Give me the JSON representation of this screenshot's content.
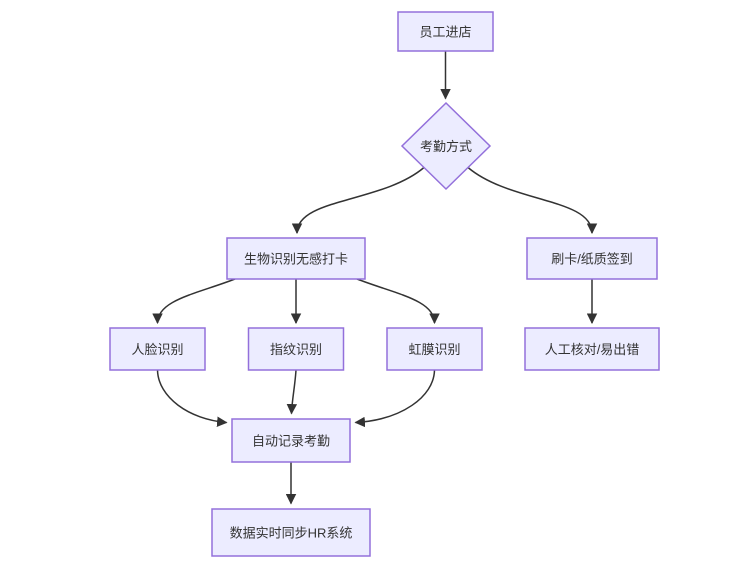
{
  "flowchart": {
    "type": "flowchart",
    "direction": "top-down",
    "background_color": "#ffffff",
    "node_fill_color": "#ECECFF",
    "node_border_color": "#9370DB",
    "edge_color": "#333333",
    "text_color": "#333333",
    "nodes": {
      "start": {
        "label": "员工进店",
        "shape": "rect"
      },
      "decision": {
        "label": "考勤方式",
        "shape": "diamond"
      },
      "bio": {
        "label": "生物识别无感打卡",
        "shape": "rect"
      },
      "card": {
        "label": "刷卡/纸质签到",
        "shape": "rect"
      },
      "face": {
        "label": "人脸识别",
        "shape": "rect"
      },
      "finger": {
        "label": "指纹识别",
        "shape": "rect"
      },
      "iris": {
        "label": "虹膜识别",
        "shape": "rect"
      },
      "manual": {
        "label": "人工核对/易出错",
        "shape": "rect"
      },
      "auto": {
        "label": "自动记录考勤",
        "shape": "rect"
      },
      "hr": {
        "label": "数据实时同步HR系统",
        "shape": "rect"
      }
    },
    "edges": [
      {
        "from": "员工进店",
        "to": "考勤方式"
      },
      {
        "from": "考勤方式",
        "to": "生物识别无感打卡"
      },
      {
        "from": "考勤方式",
        "to": "刷卡/纸质签到"
      },
      {
        "from": "生物识别无感打卡",
        "to": "人脸识别"
      },
      {
        "from": "生物识别无感打卡",
        "to": "指纹识别"
      },
      {
        "from": "生物识别无感打卡",
        "to": "虹膜识别"
      },
      {
        "from": "刷卡/纸质签到",
        "to": "人工核对/易出错"
      },
      {
        "from": "人脸识别",
        "to": "自动记录考勤"
      },
      {
        "from": "指纹识别",
        "to": "自动记录考勤"
      },
      {
        "from": "虹膜识别",
        "to": "自动记录考勤"
      },
      {
        "from": "自动记录考勤",
        "to": "数据实时同步HR系统"
      }
    ]
  }
}
